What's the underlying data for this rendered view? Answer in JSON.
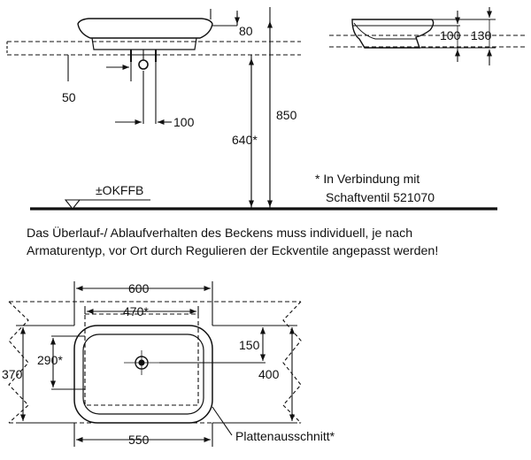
{
  "front_view": {
    "dim_80": "80",
    "dim_50": "50",
    "dim_100": "100",
    "dim_850": "850",
    "dim_640": "640*",
    "floor_label": "±OKFFB"
  },
  "side_view": {
    "dim_100": "100",
    "dim_130": "130"
  },
  "footnote": {
    "line1": "* In Verbindung mit",
    "line2": "Schaftventil 521070"
  },
  "paragraph": {
    "line1": "Das Überlauf-/ Ablaufverhalten des Beckens muss individuell, je nach",
    "line2": "Armaturentyp, vor Ort durch Regulieren der Eckventile angepasst werden!"
  },
  "plan_view": {
    "dim_600": "600",
    "dim_470": "470*",
    "dim_290": "290*",
    "dim_370": "370",
    "dim_150": "150",
    "dim_400": "400",
    "dim_550": "550",
    "cutout_label": "Plattenausschnitt*"
  }
}
